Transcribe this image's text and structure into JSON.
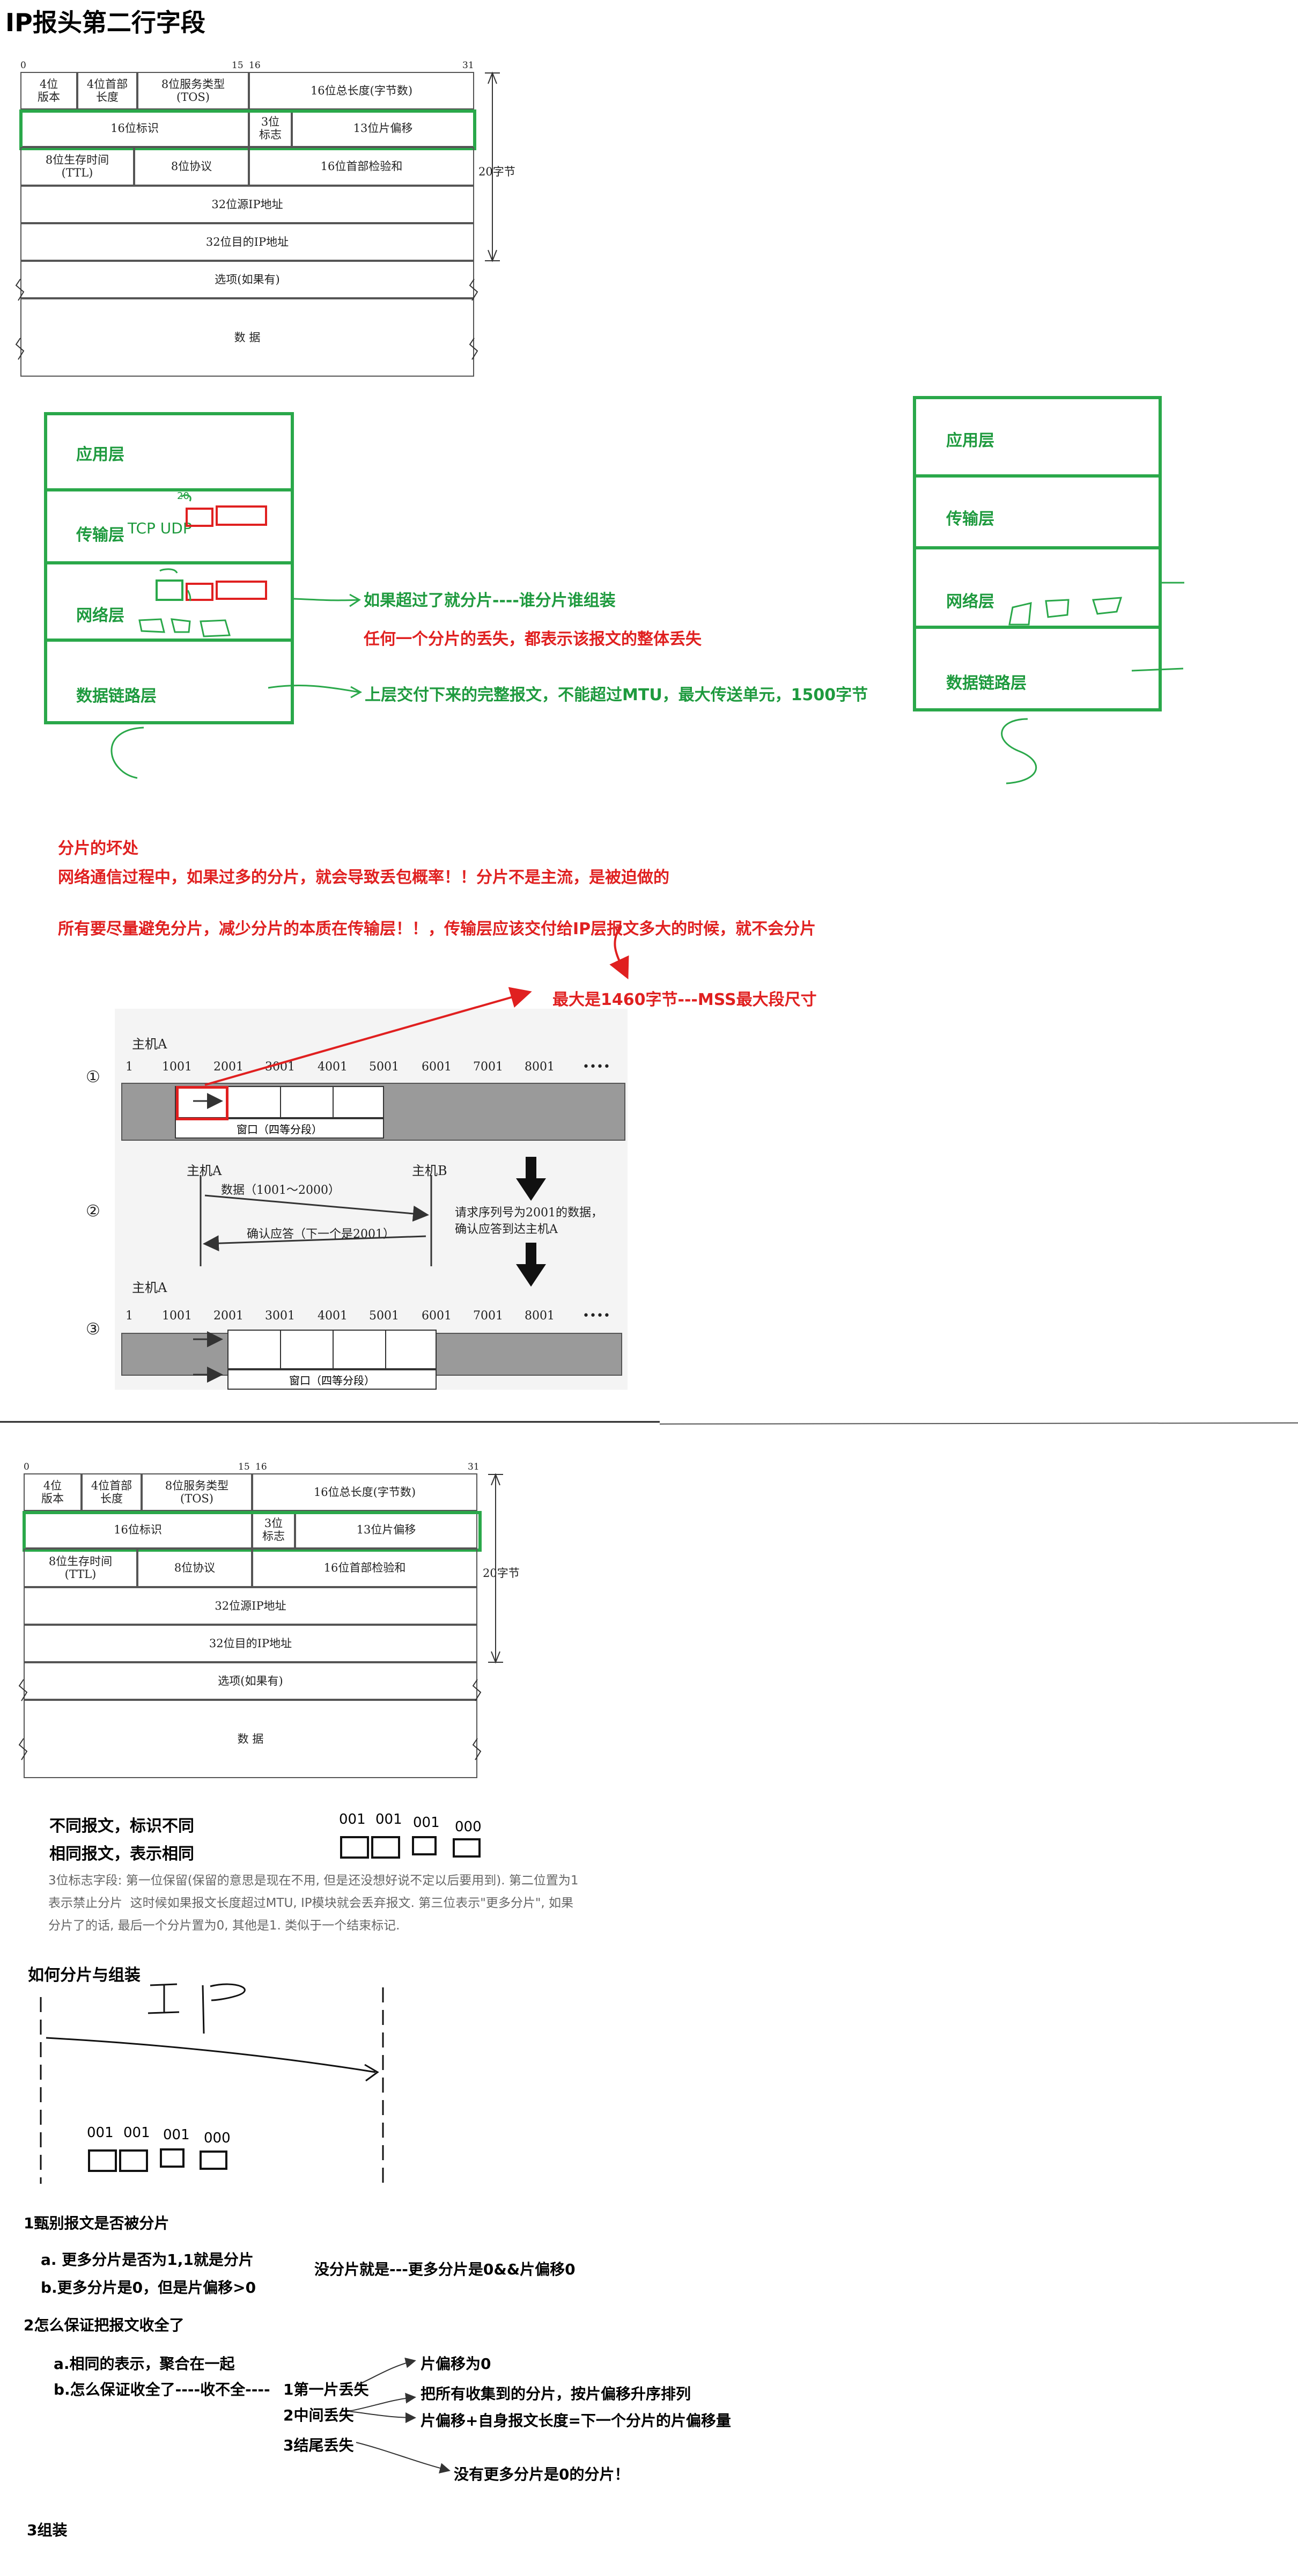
{
  "title": "IP报头第二行字段",
  "header": {
    "bit0": "0",
    "bit15": "15",
    "bit16": "16",
    "bit31": "31",
    "ver": "4位\n版本",
    "hlen": "4位首部\n长度",
    "tos": "8位服务类型\n(TOS)",
    "total": "16位总长度(字节数)",
    "ident": "16位标识",
    "flags": "3位\n标志",
    "frag": "13位片偏移",
    "ttl": "8位生存时间\n(TTL)",
    "proto": "8位协议",
    "checksum": "16位首部检验和",
    "src": "32位源IP地址",
    "dst": "32位目的IP地址",
    "options": "选项(如果有)",
    "data": "数  据",
    "size20": "20字节"
  },
  "layers_left": {
    "app": "应用层",
    "transport": "传输层",
    "tcp_udp": "TCP   UDP",
    "network": "网络层",
    "datalink": "数据链路层",
    "small20": "20"
  },
  "layers_right": {
    "app": "应用层",
    "transport": "传输层",
    "network": "网络层",
    "datalink": "数据链路层"
  },
  "notes_top": {
    "frag_reassemble": "如果超过了就分片----谁分片谁组装",
    "any_lost": "任何一个分片的丢失，都表示该报文的整体丢失",
    "mtu": "上层交付下来的完整报文，不能超过MTU，最大传送单元，1500字节",
    "frag_bad_title": "分片的坏处",
    "frag_bad_1": "网络通信过程中，如果过多的分片，就会导致丢包概率！！分片不是主流，是被迫做的",
    "frag_bad_2": "所有要尽量避免分片，减少分片的本质在传输层！！，传输层应该交付给IP层报文多大的时候，就不会分片",
    "mss": "最大是1460字节---MSS最大段尺寸"
  },
  "sliding": {
    "hostA": "主机A",
    "hostB": "主机B",
    "step1": "①",
    "step2": "②",
    "step3": "③",
    "seq": [
      "1",
      "1001",
      "2001",
      "3001",
      "4001",
      "5001",
      "6001",
      "7001",
      "8001",
      "••••"
    ],
    "window": "窗口（四等分段）",
    "data_msg": "数据（1001～2000）",
    "ack_msg": "确认应答（下一个是2001）",
    "request_note": "请求序列号为2001的数据，\n确认应答到达主机A"
  },
  "lower": {
    "diff_msg": "不同报文，标识不同",
    "same_msg": "相同报文，表示相同",
    "flag_labels": [
      "001",
      "001",
      "001",
      "000"
    ],
    "flag_desc": "3位标志字段: 第一位保留(保留的意思是现在不用, 但是还没想好说不定以后要用到). 第二位置为1\n表示禁止分片  这时候如果报文长度超过MTU, IP模块就会丢弃报文. 第三位表示\"更多分片\", 如果\n分片了的话, 最后一个分片置为0, 其他是1. 类似于一个结束标记.",
    "how_title": "如何分片与组装",
    "q1": "1甄别报文是否被分片",
    "q1a": "a.  更多分片是否为1,1就是分片",
    "q1b": "b.更多分片是0，但是片偏移>0",
    "no_frag": "没分片就是---更多分片是0&&片偏移0",
    "q2": "2怎么保证把报文收全了",
    "q2a": "a.相同的表示，聚合在一起",
    "q2b": "b.怎么保证收全了----收不全----",
    "case1": "1第一片丢失",
    "case2": "2中间丢失",
    "case3": "3结尾丢失",
    "offset0": "片偏移为0",
    "sort": "把所有收集到的分片，按片偏移升序排列",
    "next_offset": "片偏移+自身报文长度=下一个分片的片偏移量",
    "no_more": "没有更多分片是0的分片！",
    "q3": "3组装"
  }
}
